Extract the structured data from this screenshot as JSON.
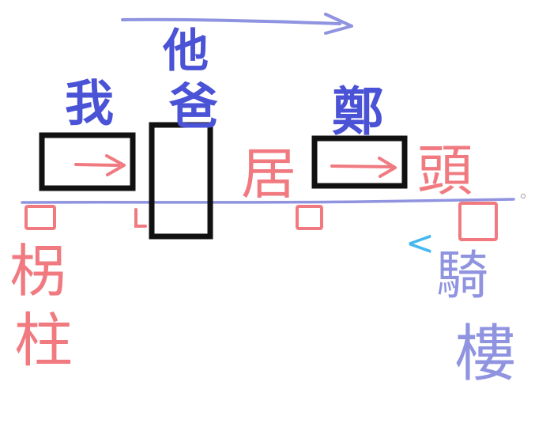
{
  "colors": {
    "red": "#f07a80",
    "blue": "#4a52d6",
    "lavender": "#8f93e0",
    "cyan": "#45b9ee",
    "black": "#111111"
  },
  "labels": {
    "wo": "我",
    "ta": "他",
    "ba": "爸",
    "zheng": "鄭",
    "ju": "居",
    "tou": "頭",
    "niu1": "柺",
    "niu2": "柱",
    "ma": "騎",
    "lou": "樓",
    "small_mark": "<"
  }
}
